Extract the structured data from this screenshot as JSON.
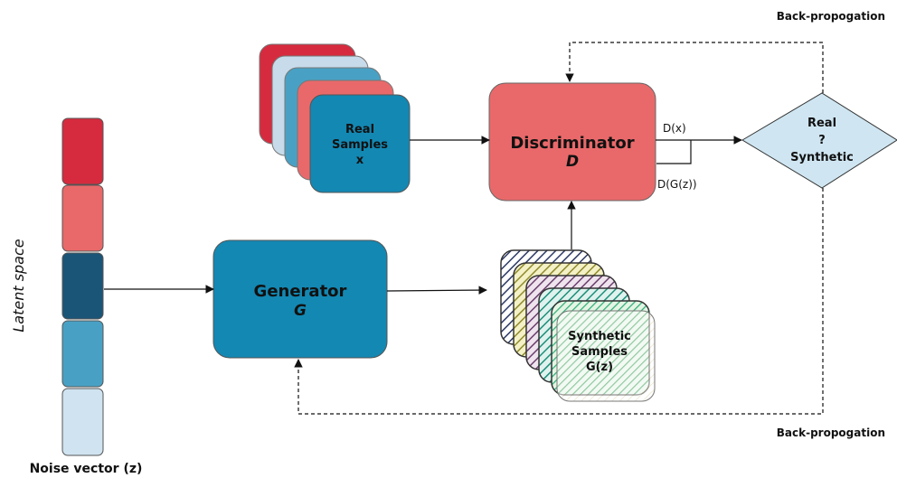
{
  "colors": {
    "red_dark": "#d62b3e",
    "red": "#e9696a",
    "navy": "#1a5577",
    "blue": "#1388b3",
    "mid_blue": "#48a1c4",
    "light_blue": "#cfe3f0",
    "pale_blue": "#c7dbea",
    "diamond_fill": "#cfe6f2",
    "stroke": "#444444"
  },
  "latent": {
    "axis_label": "Latent space",
    "vector_label": "Noise vector (z)"
  },
  "real_samples": {
    "line1": "Real",
    "line2": "Samples",
    "line3": "x"
  },
  "generator": {
    "title": "Generator",
    "symbol": "G"
  },
  "discriminator": {
    "title": "Discriminator",
    "symbol": "D"
  },
  "synthetic_samples": {
    "line1": "Synthetic",
    "line2": "Samples",
    "line3": "G(z)"
  },
  "decision": {
    "line1": "Real",
    "line2": "?",
    "line3": "Synthetic"
  },
  "outputs": {
    "real": "D(x)",
    "fake": "D(G(z))"
  },
  "backprop": {
    "top": "Back-propogation",
    "bottom": "Back-propogation"
  }
}
